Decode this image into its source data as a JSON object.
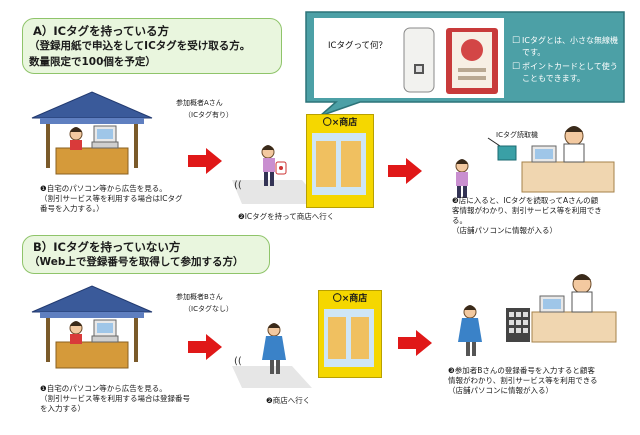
{
  "section_a": {
    "title": "A）ICタグを持っている方",
    "subtitle1": "（登録用紙で申込をしてICタグを受け取る方。",
    "subtitle2": "数量限定で100個を予定）"
  },
  "section_b": {
    "title": "B）ICタグを持っていない方",
    "subtitle": "（Web上で登録番号を取得して参加する方）"
  },
  "callout": {
    "question": "ICタグって何？",
    "bullet1": "ICタグとは、小さな無線機です。",
    "bullet2": "ポイントカードとして使うこともできます。"
  },
  "participant_a": {
    "name": "参加概者Aさん",
    "tag_status": "（ICタグ有り）"
  },
  "participant_b": {
    "name": "参加概者Bさん",
    "tag_status": "（ICタグなし）"
  },
  "store_sign": "〇×商店",
  "reader_label": "ICタグ読取機",
  "steps_a": {
    "step1": "❶自宅のパソコン等から広告を見る。\n（割引サービス等を利用する場合はICタグ番号を入力する。）",
    "step2": "❷ICタグを持って商店へ行く",
    "step3": "❸店に入ると、ICタグを読取ってAさんの顧客情報がわかり、割引サービス等を利用できる。\n（店舗パソコンに情報が入る）"
  },
  "steps_b": {
    "step1": "❶自宅のパソコン等から広告を見る。\n（割引サービス等を利用する場合は登録番号を入力する）",
    "step2": "❷商店へ行く",
    "step3": "❸参加者Bさんの登録番号を入力すると顧客情報がわかり、割引サービス等を利用できる（店舗パソコンに情報が入る）"
  },
  "colors": {
    "arrow": "#e01818",
    "header_bg": "#e9f6de",
    "callout_bg": "#4ca0a6",
    "store_frame": "#f5d700"
  }
}
